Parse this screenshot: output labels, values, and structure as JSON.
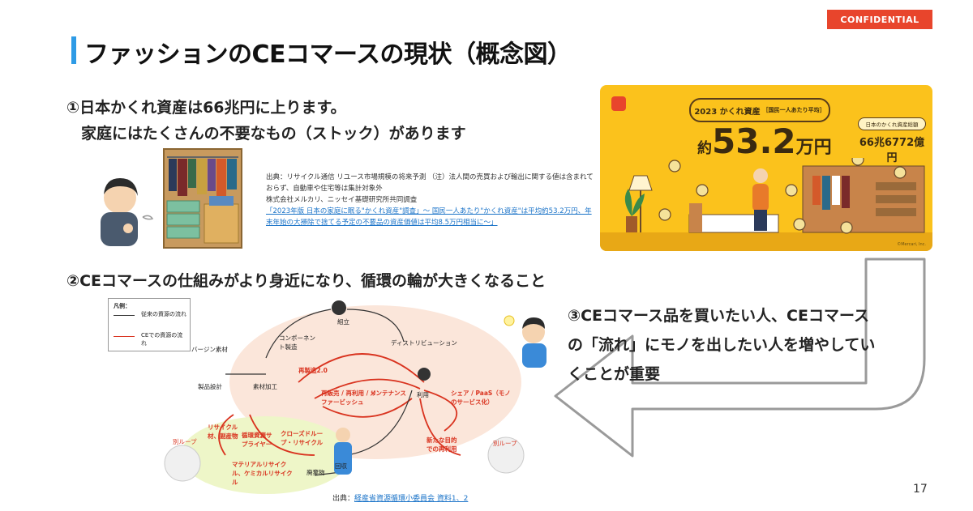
{
  "badge": "CONFIDENTIAL",
  "title": "ファッションのCEコマースの現状（概念図）",
  "point1": {
    "line1": "①日本かくれ資産は66兆円に上ります。",
    "line2": "家庭にはたくさんの不要なもの（ストック）があります"
  },
  "source1": {
    "text1": "出典：リサイクル通信 リユース市場規模の将来予測 （注）法人間の売買および輸出に関する値は含まれておらず、自動車や住宅等は集計対象外",
    "text2": "株式会社メルカリ、ニッセイ基礎研究所共同調査",
    "link": "「2023年版 日本の家庭に眠る\"かくれ資産\"調査」～ 国民一人あたり\"かくれ資産\"は平均約53.2万円、年末年始の大掃除で捨てる予定の不要品の資産価値は平均8.5万円相当に～」"
  },
  "card": {
    "head": "2023 かくれ資産",
    "head_small": "［国民一人あたり平均］",
    "pre": "約",
    "amount": "53.2",
    "unit": "万円",
    "side_label": "日本のかくれ資産総額",
    "side_value": "66兆6772億円",
    "copyright": "©Mercari, Inc."
  },
  "point2": "②CEコマースの仕組みがより身近になり、循環の輪が大きくなること",
  "point3": "③CEコマース品を買いたい人、CEコマースの「流れ」にモノを出したい人を増やしていくことが重要",
  "legend": {
    "title": "凡例：",
    "item1": "従来の資源の流れ",
    "item2": "CEでの資源の流れ"
  },
  "diagram": {
    "virgin": "バージン素材",
    "design": "製品設計",
    "material": "素材加工",
    "component": "コンポーネント製造",
    "assembly": "組立",
    "distribution": "ディストリビューション",
    "distribution2": "再製造2.0",
    "resale": "再販売 / 再利用 / リファービッシュ",
    "maintenance": "メンテナンス",
    "use": "利用",
    "share": "シェア / PaaS（モノのサービス化）",
    "recycle": "リサイクル材、副産物",
    "supplier": "循環資源サプライヤー",
    "closed": "クローズドループ・リサイクル",
    "other_loop_l": "別ループ",
    "material_recycle": "マテリアルリサイクル、ケミカルリサイクル",
    "collect": "回収",
    "disposal": "廃棄物",
    "new_use": "新たな目的での再利用",
    "other_loop_r": "別ループ"
  },
  "source2": {
    "prefix": "出典：",
    "link": "経産省資源循環小委員会 資料1、2"
  },
  "page_number": "17",
  "colors": {
    "accent_blue": "#2e9be6",
    "badge_red": "#e8452c",
    "card_yellow": "#fbc21c",
    "flow_red": "#d9331f"
  }
}
